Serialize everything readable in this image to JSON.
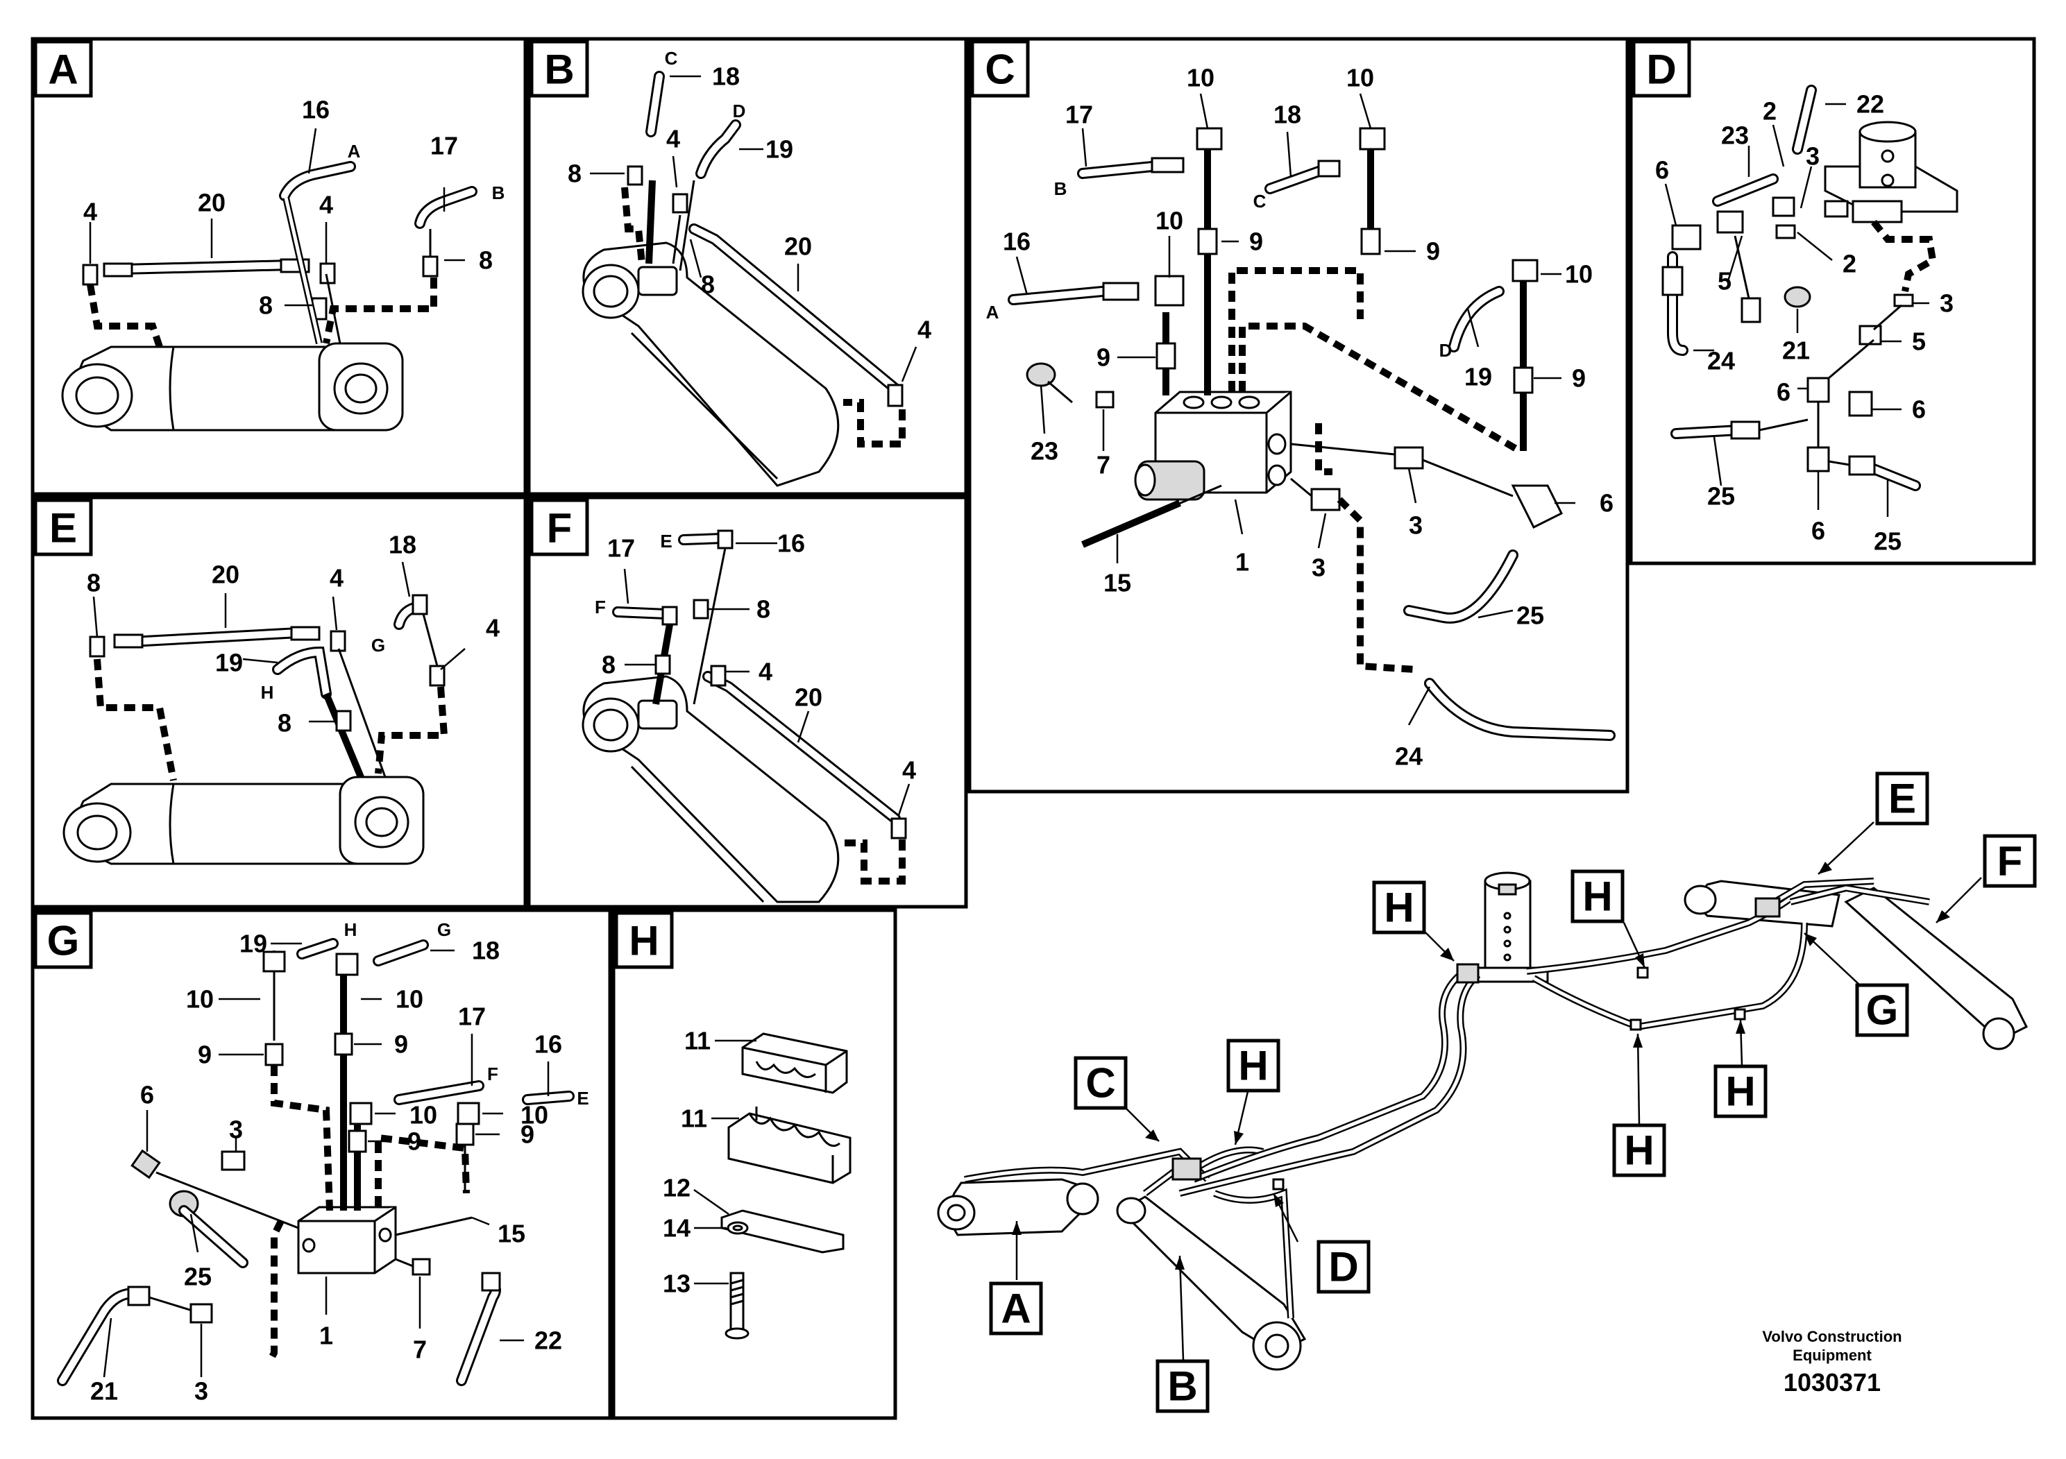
{
  "panels": {
    "A": {
      "label": "A",
      "nums": [
        "16",
        "17",
        "20",
        "4",
        "4",
        "8",
        "8"
      ],
      "letters": [
        "A",
        "B"
      ]
    },
    "B": {
      "label": "B",
      "nums": [
        "18",
        "19",
        "4",
        "8",
        "8",
        "20",
        "4"
      ],
      "letters": [
        "C",
        "D"
      ]
    },
    "C": {
      "label": "C",
      "nums": [
        "10",
        "10",
        "17",
        "18",
        "10",
        "16",
        "9",
        "9",
        "10",
        "9",
        "19",
        "9",
        "23",
        "7",
        "15",
        "1",
        "3",
        "3",
        "6",
        "25",
        "24"
      ],
      "letters": [
        "B",
        "C",
        "A",
        "D"
      ]
    },
    "D": {
      "label": "D",
      "nums": [
        "22",
        "2",
        "23",
        "3",
        "6",
        "5",
        "2",
        "24",
        "21",
        "3",
        "5",
        "6",
        "6",
        "25",
        "6",
        "25"
      ]
    },
    "E": {
      "label": "E",
      "nums": [
        "18",
        "20",
        "4",
        "4",
        "8",
        "19",
        "8"
      ],
      "letters": [
        "G",
        "H"
      ]
    },
    "F": {
      "label": "F",
      "nums": [
        "16",
        "17",
        "8",
        "8",
        "4",
        "20",
        "4"
      ],
      "letters": [
        "E",
        "F"
      ]
    },
    "G": {
      "label": "G",
      "nums": [
        "19",
        "18",
        "10",
        "10",
        "9",
        "9",
        "17",
        "16",
        "6",
        "10",
        "10",
        "3",
        "9",
        "9",
        "25",
        "15",
        "1",
        "7",
        "22",
        "21",
        "3"
      ],
      "letters": [
        "H",
        "G",
        "F",
        "E"
      ]
    },
    "H": {
      "label": "H",
      "nums": [
        "11",
        "11",
        "12",
        "14",
        "13"
      ]
    }
  },
  "overview": {
    "callouts": [
      "A",
      "B",
      "C",
      "H",
      "H",
      "D",
      "H",
      "H",
      "H",
      "E",
      "F",
      "G"
    ]
  },
  "footer": {
    "line1": "Volvo Construction",
    "line2": "Equipment",
    "drawing_number": "1030371"
  }
}
